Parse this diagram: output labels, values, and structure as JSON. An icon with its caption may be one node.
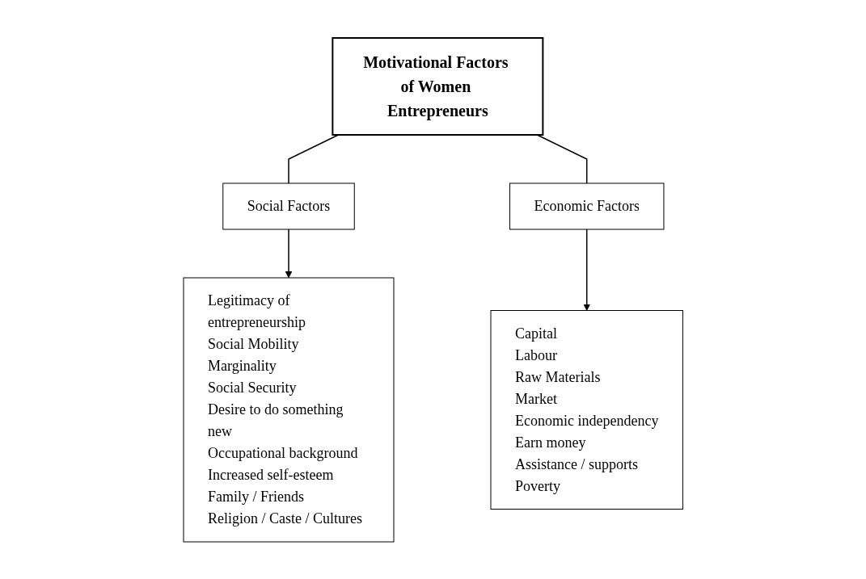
{
  "diagram": {
    "nodes": [
      {
        "text": [
          "Motivational Factors of Women Entrepreneurs"
        ]
      },
      {
        "text": [
          "Social Factors"
        ]
      },
      {
        "text": [
          "Economic Factors"
        ]
      },
      {
        "text": [
          "Legitimacy of entrepreneurship",
          "Social Mobility",
          "Marginality",
          "Social Security",
          "Desire to do something new",
          "Occupational background",
          "Increased self-esteem",
          "Family / Friends",
          "Religion / Caste / Cultures"
        ]
      },
      {
        "text": [
          "Capital",
          "Labour",
          "Raw Materials",
          "Market",
          "Economic independency",
          "Earn money",
          "Assistance / supports",
          "Poverty"
        ]
      }
    ],
    "edges": [
      {
        "from": 0,
        "to": 1,
        "arrow": "none"
      },
      {
        "from": 0,
        "to": 2,
        "arrow": "none"
      },
      {
        "from": 1,
        "to": 3,
        "arrow": "to"
      },
      {
        "from": 2,
        "to": 4,
        "arrow": "to"
      }
    ]
  }
}
